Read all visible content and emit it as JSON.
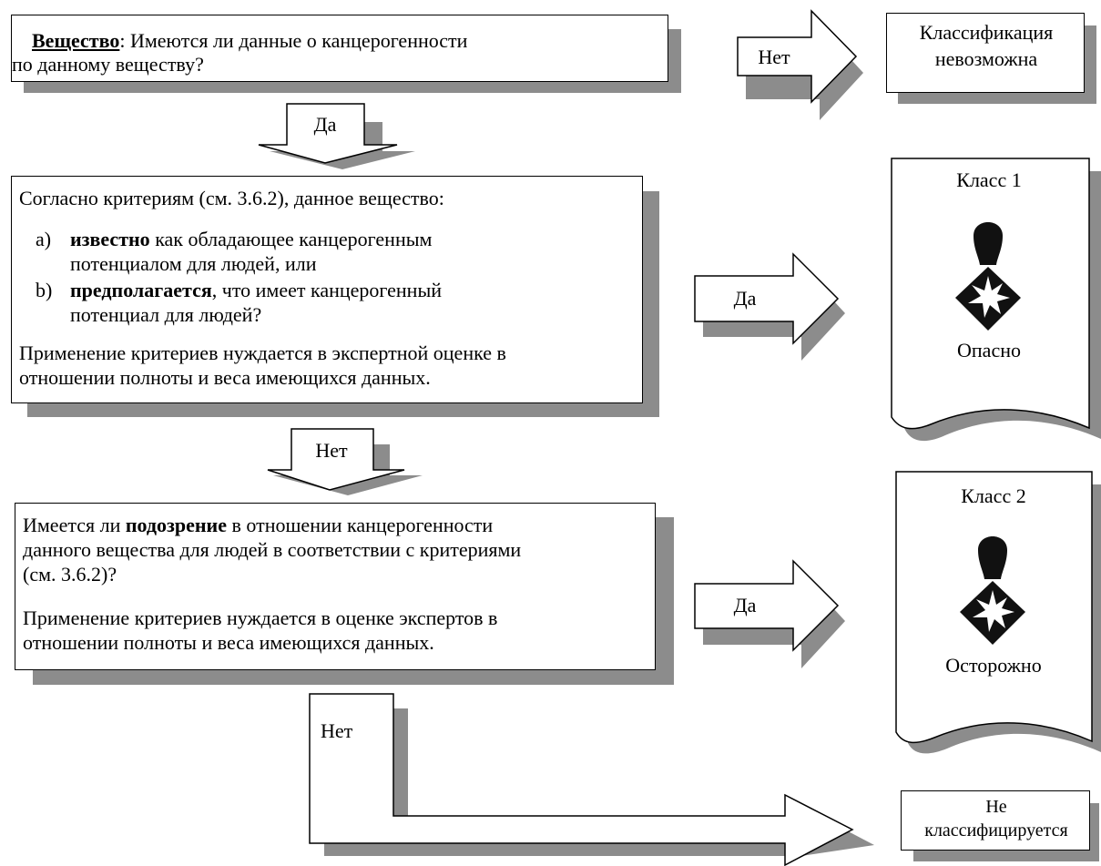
{
  "q1": {
    "label": "Вещество",
    "line1_rest": ": Имеются ли данные о канцерогенности",
    "line2": "по данному веществу?"
  },
  "arrows": {
    "no_1": "Нет",
    "yes_1": "Да",
    "yes_2": "Да",
    "no_2": "Нет",
    "yes_3": "Да",
    "no_3": "Нет"
  },
  "result_unclassifiable": {
    "line1": "Классификация",
    "line2": "невозможна"
  },
  "q2": {
    "intro": "Согласно критериям (см. 3.6.2), данное вещество:",
    "item_a_marker": "a)",
    "item_a_bold": "известно",
    "item_a_rest": " как обладающее канцерогенным",
    "item_a_line2": "потенциалом для людей, или",
    "item_b_marker": "b)",
    "item_b_bold": "предполагается",
    "item_b_rest": ", что имеет канцерогенный",
    "item_b_line2": "потенциал для людей?",
    "note_line1": "Применение критериев нуждается в экспертной оценке в",
    "note_line2": "отношении полноты и веса имеющихся данных."
  },
  "class1": {
    "title": "Класс 1",
    "pictogram": "health-hazard-icon",
    "signal_word": "Опасно"
  },
  "q3": {
    "line1_pre": "Имеется ли ",
    "line1_bold": "подозрение",
    "line1_post": " в отношении канцерогенности",
    "line2": "данного вещества для людей в соответствии с критериями",
    "line3": "(см. 3.6.2)?",
    "note_line1": "Применение критериев нуждается в оценке экспертов в",
    "note_line2": "отношении полноты и веса имеющихся данных."
  },
  "class2": {
    "title": "Класс 2",
    "pictogram": "health-hazard-icon",
    "signal_word": "Осторожно"
  },
  "result_not_classified": {
    "line1": "Не",
    "line2": "классифицируется"
  },
  "colors": {
    "shadow": "#8c8c8c",
    "stroke": "#000000",
    "fill": "#ffffff",
    "pictogram": "#111111"
  }
}
